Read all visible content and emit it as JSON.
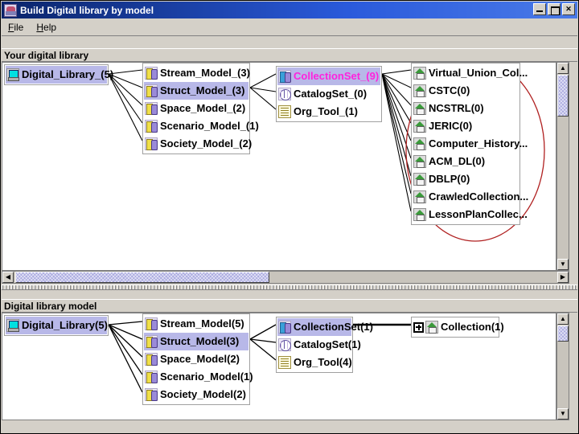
{
  "window": {
    "title": "Build Digital library by model",
    "icon": "app-icon",
    "buttons": {
      "minimize": "_",
      "maximize": "□",
      "close": "✕"
    }
  },
  "menubar": {
    "items": [
      {
        "label": "File",
        "mnemonic": "F"
      },
      {
        "label": "Help",
        "mnemonic": "H"
      }
    ]
  },
  "panels": {
    "top": {
      "label": "Your digital library",
      "root": {
        "label": "Digital_Library_(5)",
        "icon": "computer-icon",
        "selected": true
      },
      "models": [
        {
          "label": "Stream_Model_(3)",
          "icon": "model-icon",
          "selected": false
        },
        {
          "label": "Struct_Model_(3)",
          "icon": "model-icon",
          "selected": true
        },
        {
          "label": "Space_Model_(2)",
          "icon": "model-icon",
          "selected": false
        },
        {
          "label": "Scenario_Model_(1)",
          "icon": "model-icon",
          "selected": false
        },
        {
          "label": "Society_Model_(2)",
          "icon": "model-icon",
          "selected": false
        }
      ],
      "components": [
        {
          "label": "CollectionSet_(9)",
          "icon": "collection-set-icon",
          "selected": true,
          "color": "#ff22dd"
        },
        {
          "label": "CatalogSet_(0)",
          "icon": "catalog-set-icon",
          "selected": false,
          "color": "#000000"
        },
        {
          "label": "Org_Tool_(1)",
          "icon": "org-tool-icon",
          "selected": false,
          "color": "#000000"
        }
      ],
      "collections": [
        {
          "label": "Virtual_Union_Col...",
          "icon": "collection-icon"
        },
        {
          "label": "CSTC(0)",
          "icon": "collection-icon"
        },
        {
          "label": "NCSTRL(0)",
          "icon": "collection-icon"
        },
        {
          "label": "JERIC(0)",
          "icon": "collection-icon"
        },
        {
          "label": "Computer_History...",
          "icon": "collection-icon"
        },
        {
          "label": "ACM_DL(0)",
          "icon": "collection-icon"
        },
        {
          "label": "DBLP(0)",
          "icon": "collection-icon"
        },
        {
          "label": "CrawledCollection...",
          "icon": "collection-icon"
        },
        {
          "label": "LessonPlanCollec...",
          "icon": "collection-icon"
        }
      ],
      "annotation": {
        "shape": "ellipse",
        "color": "#b02020"
      }
    },
    "bottom": {
      "label": "Digital library model",
      "root": {
        "label": "Digital_Library(5)",
        "icon": "computer-icon",
        "selected": true
      },
      "models": [
        {
          "label": "Stream_Model(5)",
          "icon": "model-icon",
          "selected": false
        },
        {
          "label": "Struct_Model(3)",
          "icon": "model-icon",
          "selected": true
        },
        {
          "label": "Space_Model(2)",
          "icon": "model-icon",
          "selected": false
        },
        {
          "label": "Scenario_Model(1)",
          "icon": "model-icon",
          "selected": false
        },
        {
          "label": "Society_Model(2)",
          "icon": "model-icon",
          "selected": false
        }
      ],
      "components": [
        {
          "label": "CollectionSet(1)",
          "icon": "collection-set-icon",
          "selected": true,
          "editing": true
        },
        {
          "label": "CatalogSet(1)",
          "icon": "catalog-set-icon",
          "selected": false,
          "editing": false
        },
        {
          "label": "Org_Tool(4)",
          "icon": "org-tool-icon",
          "selected": false,
          "editing": false
        }
      ],
      "leaf": {
        "label": "Collection(1)",
        "icon": "collection-icon",
        "expander": "+"
      }
    }
  },
  "scrollbars": {
    "top_vertical": {
      "up": "▲",
      "down": "▼"
    },
    "top_horizontal": {
      "left": "◀",
      "right": "▶"
    },
    "bottom_vertical": {
      "up": "▲",
      "down": "▼"
    }
  },
  "colors": {
    "titlebar": "#0a246a",
    "selection": "#b8b8e8",
    "highlight_text": "#ff22dd",
    "annotation": "#b02020",
    "face": "#d4d0c8"
  }
}
